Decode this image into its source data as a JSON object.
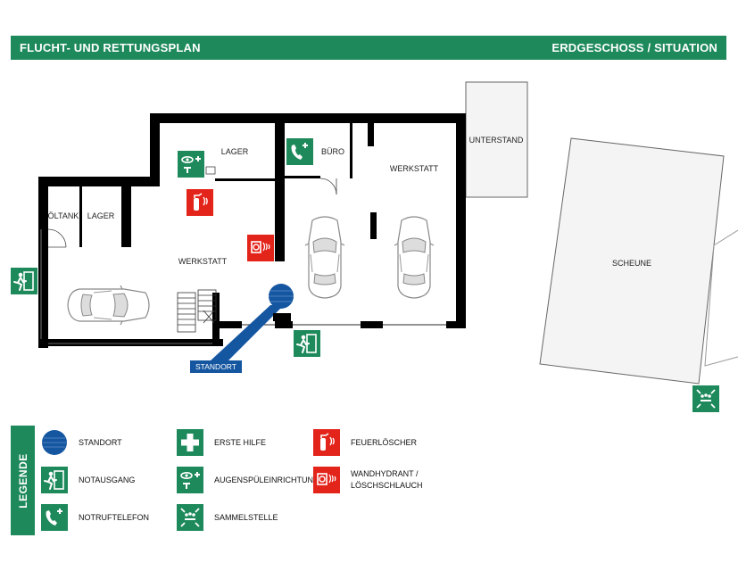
{
  "header": {
    "title": "FLUCHT- UND RETTUNGSPLAN",
    "right": "ERDGESCHOSS / SITUATION"
  },
  "rooms": {
    "lager_top": "LAGER",
    "buero": "BÜRO",
    "werkstatt_right": "WERKSTATT",
    "unterstand": "UNTERSTAND",
    "oeltank": "ÖLTANK",
    "lager_left": "LAGER",
    "werkstatt_main": "WERKSTATT",
    "scheune": "SCHEUNE"
  },
  "standort_label": "STANDORT",
  "legend": {
    "title": "LEGENDE",
    "items": [
      {
        "label": "STANDORT",
        "icon": "standort-icon"
      },
      {
        "label": "NOTAUSGANG",
        "icon": "emergency-exit-icon"
      },
      {
        "label": "NOTRUFTELEFON",
        "icon": "emergency-phone-icon"
      },
      {
        "label": "ERSTE HILFE",
        "icon": "first-aid-icon"
      },
      {
        "label": "AUGENSPÜLEINRICHTUNG",
        "icon": "eye-wash-icon"
      },
      {
        "label": "SAMMELSTELLE",
        "icon": "assembly-point-icon"
      },
      {
        "label": "FEUERLÖSCHER",
        "icon": "fire-extinguisher-icon"
      },
      {
        "label_line1": "WANDHYDRANT /",
        "label_line2": "LÖSCHSCHLAUCH",
        "icon": "fire-hose-icon"
      }
    ]
  },
  "colors": {
    "safety_green": "#1e8a5c",
    "fire_red": "#e3241b",
    "standort_blue": "#1556a0",
    "wall": "#000000"
  }
}
